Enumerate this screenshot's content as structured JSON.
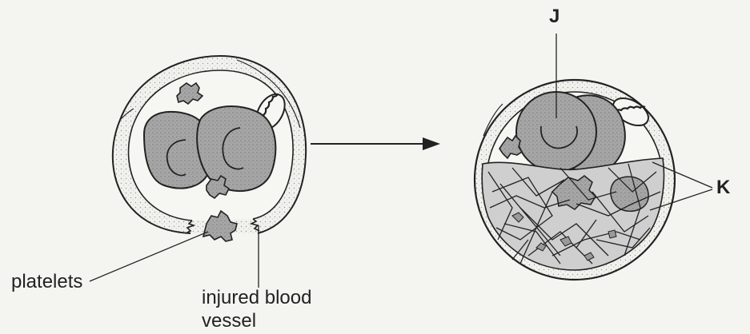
{
  "labels": {
    "platelets": "platelets",
    "injured_vessel_line1": "injured blood",
    "injured_vessel_line2": "vessel",
    "j": "J",
    "k": "K"
  },
  "colors": {
    "ink": "#222222",
    "cell_fill": "#a9a9a9",
    "stipple": "#d9d9d4",
    "background": "#f4f4f1"
  }
}
